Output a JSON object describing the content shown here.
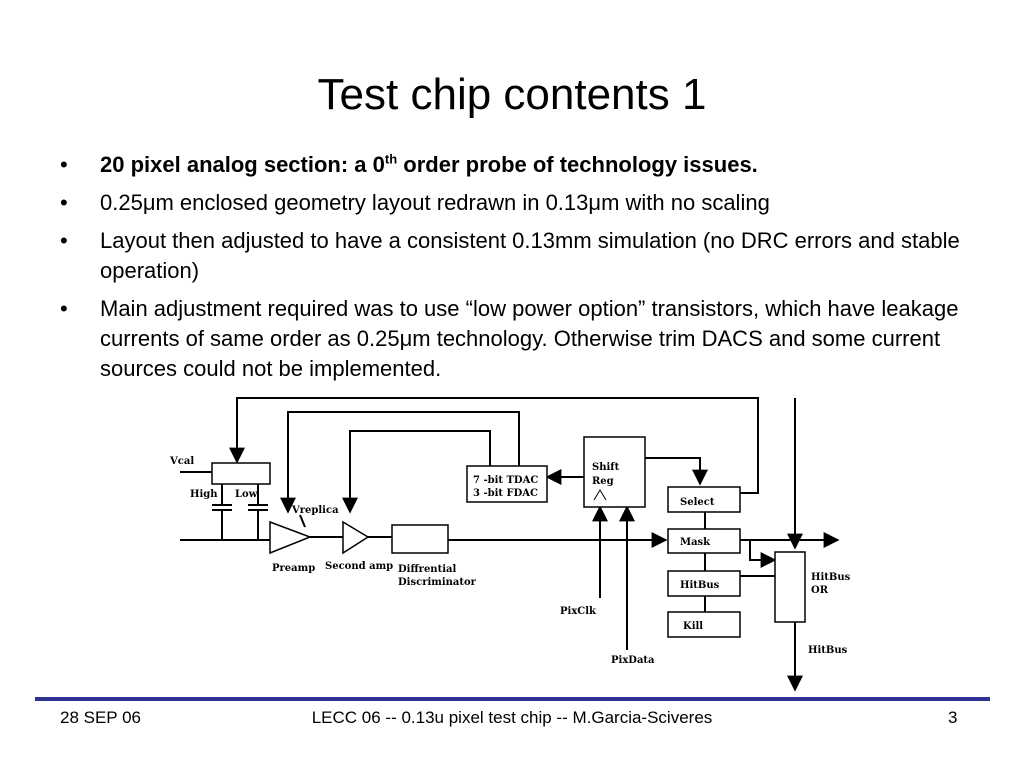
{
  "title": "Test chip contents 1",
  "bullets": {
    "b0_a": "20 pixel analog section: a 0",
    "b0_sup": "th",
    "b0_b": " order probe of technology issues.",
    "b1": "0.25μm enclosed geometry layout redrawn in 0.13μm with no scaling",
    "b2": "Layout then adjusted to have a consistent 0.13mm simulation (no DRC errors and stable operation)",
    "b3": "Main adjustment required was to use “low power option” transistors, which have leakage currents of same order as 0.25μm technology. Otherwise trim DACS and some current sources could not be implemented."
  },
  "diagram": {
    "vcal": "Vcal",
    "high": "High",
    "low": "Low",
    "vreplica": "Vreplica",
    "preamp": "Preamp",
    "second_amp": "Second amp",
    "discriminator_line1": "Diffrential",
    "discriminator_line2": "Discriminator",
    "tdac": "7 -bit TDAC",
    "fdac": "3 -bit FDAC",
    "shift": "Shift",
    "reg": "Reg",
    "select": "Select",
    "mask": "Mask",
    "hitbus": "HitBus",
    "kill": "Kill",
    "pixclk": "PixClk",
    "pixdata": "PixData",
    "hitbus_or_line1": "HitBus",
    "hitbus_or_line2": "OR",
    "hitbus_out": "HitBus"
  },
  "footer": {
    "date": "28 SEP 06",
    "center": "LECC 06 -- 0.13u pixel test chip -- M.Garcia-Sciveres",
    "page": "3"
  },
  "colors": {
    "footer_rule": "#2e3192"
  }
}
